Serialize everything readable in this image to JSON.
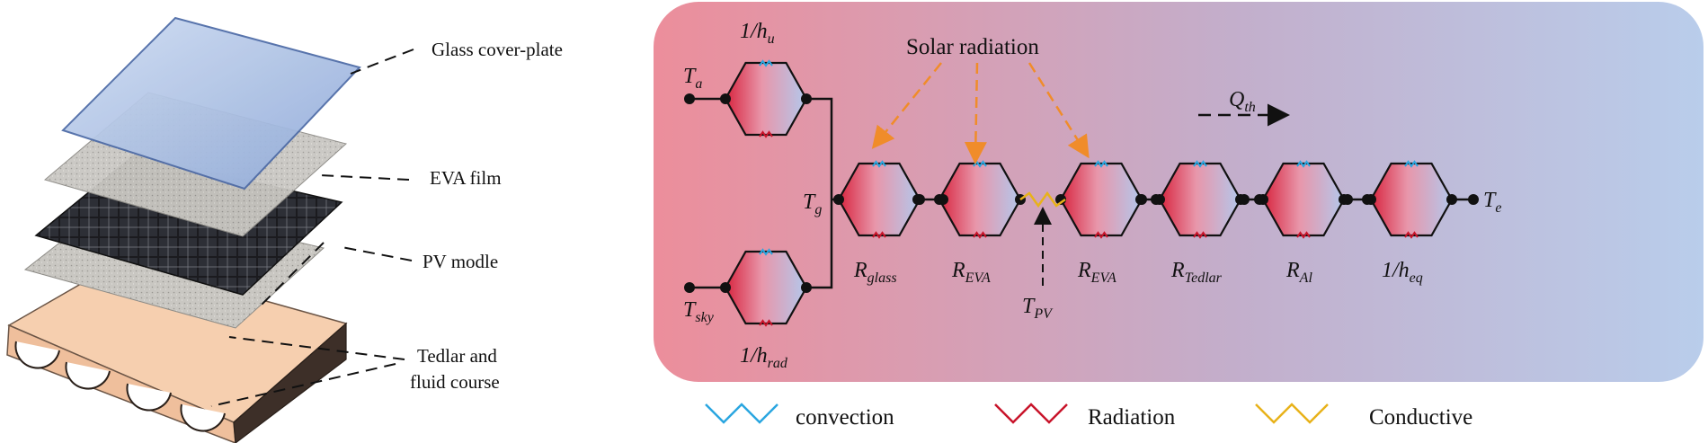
{
  "left": {
    "labels": {
      "glass": "Glass cover-plate",
      "eva": "EVA film",
      "pv": "PV modle",
      "tedlar_1": "Tedlar and",
      "tedlar_2": "fluid course"
    }
  },
  "network": {
    "solar_label": "Solar radiation",
    "nodes": {
      "Ta": {
        "base": "T",
        "sub": "a"
      },
      "Tsky": {
        "base": "T",
        "sub": "sky"
      },
      "Tg": {
        "base": "T",
        "sub": "g"
      },
      "TPV": {
        "base": "T",
        "sub": "PV"
      },
      "Te": {
        "base": "T",
        "sub": "e"
      }
    },
    "resistors": {
      "hu": {
        "base": "1/h",
        "sub": "u"
      },
      "hrad": {
        "base": "1/h",
        "sub": "rad"
      },
      "glass": {
        "base": "R",
        "sub": "glass"
      },
      "eva1": {
        "base": "R",
        "sub": "EVA"
      },
      "eva2": {
        "base": "R",
        "sub": "EVA"
      },
      "tedlar": {
        "base": "R",
        "sub": "Tedlar"
      },
      "al": {
        "base": "R",
        "sub": "Al"
      },
      "heq": {
        "base": "1/h",
        "sub": "eq"
      }
    },
    "flow": {
      "base": "Q",
      "sub": "th"
    }
  },
  "legend": {
    "convection": "convection",
    "radiation": "Radiation",
    "conductive": "Conductive"
  },
  "colors": {
    "convection": "#2aa6e0",
    "radiation": "#c8142a",
    "conductive": "#e8b21a",
    "solar_arrow": "#f08c2a",
    "bg_left": "#e98f9c",
    "bg_right": "#b9cbea"
  }
}
